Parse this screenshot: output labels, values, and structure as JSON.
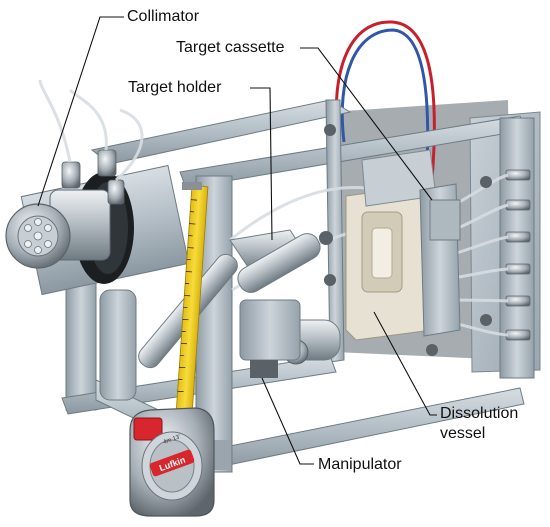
{
  "labels": {
    "collimator": "Collimator",
    "target_cassette": "Target cassette",
    "target_holder": "Target holder",
    "dissolution_line1": "Dissolution",
    "dissolution_line2": "vessel",
    "manipulator": "Manipulator"
  },
  "tape_measure": {
    "brand": "Lufkin",
    "size": "4m 13'"
  },
  "colors": {
    "background": "#ffffff",
    "aluminum": "#b9c4cc",
    "aluminum_dark": "#7f8c95",
    "tape_yellow": "#f2d027",
    "tape_red": "#d8262c",
    "cassette": "#e7e1d3",
    "tube_red": "#c8202a",
    "tube_blue": "#2f57a8"
  }
}
